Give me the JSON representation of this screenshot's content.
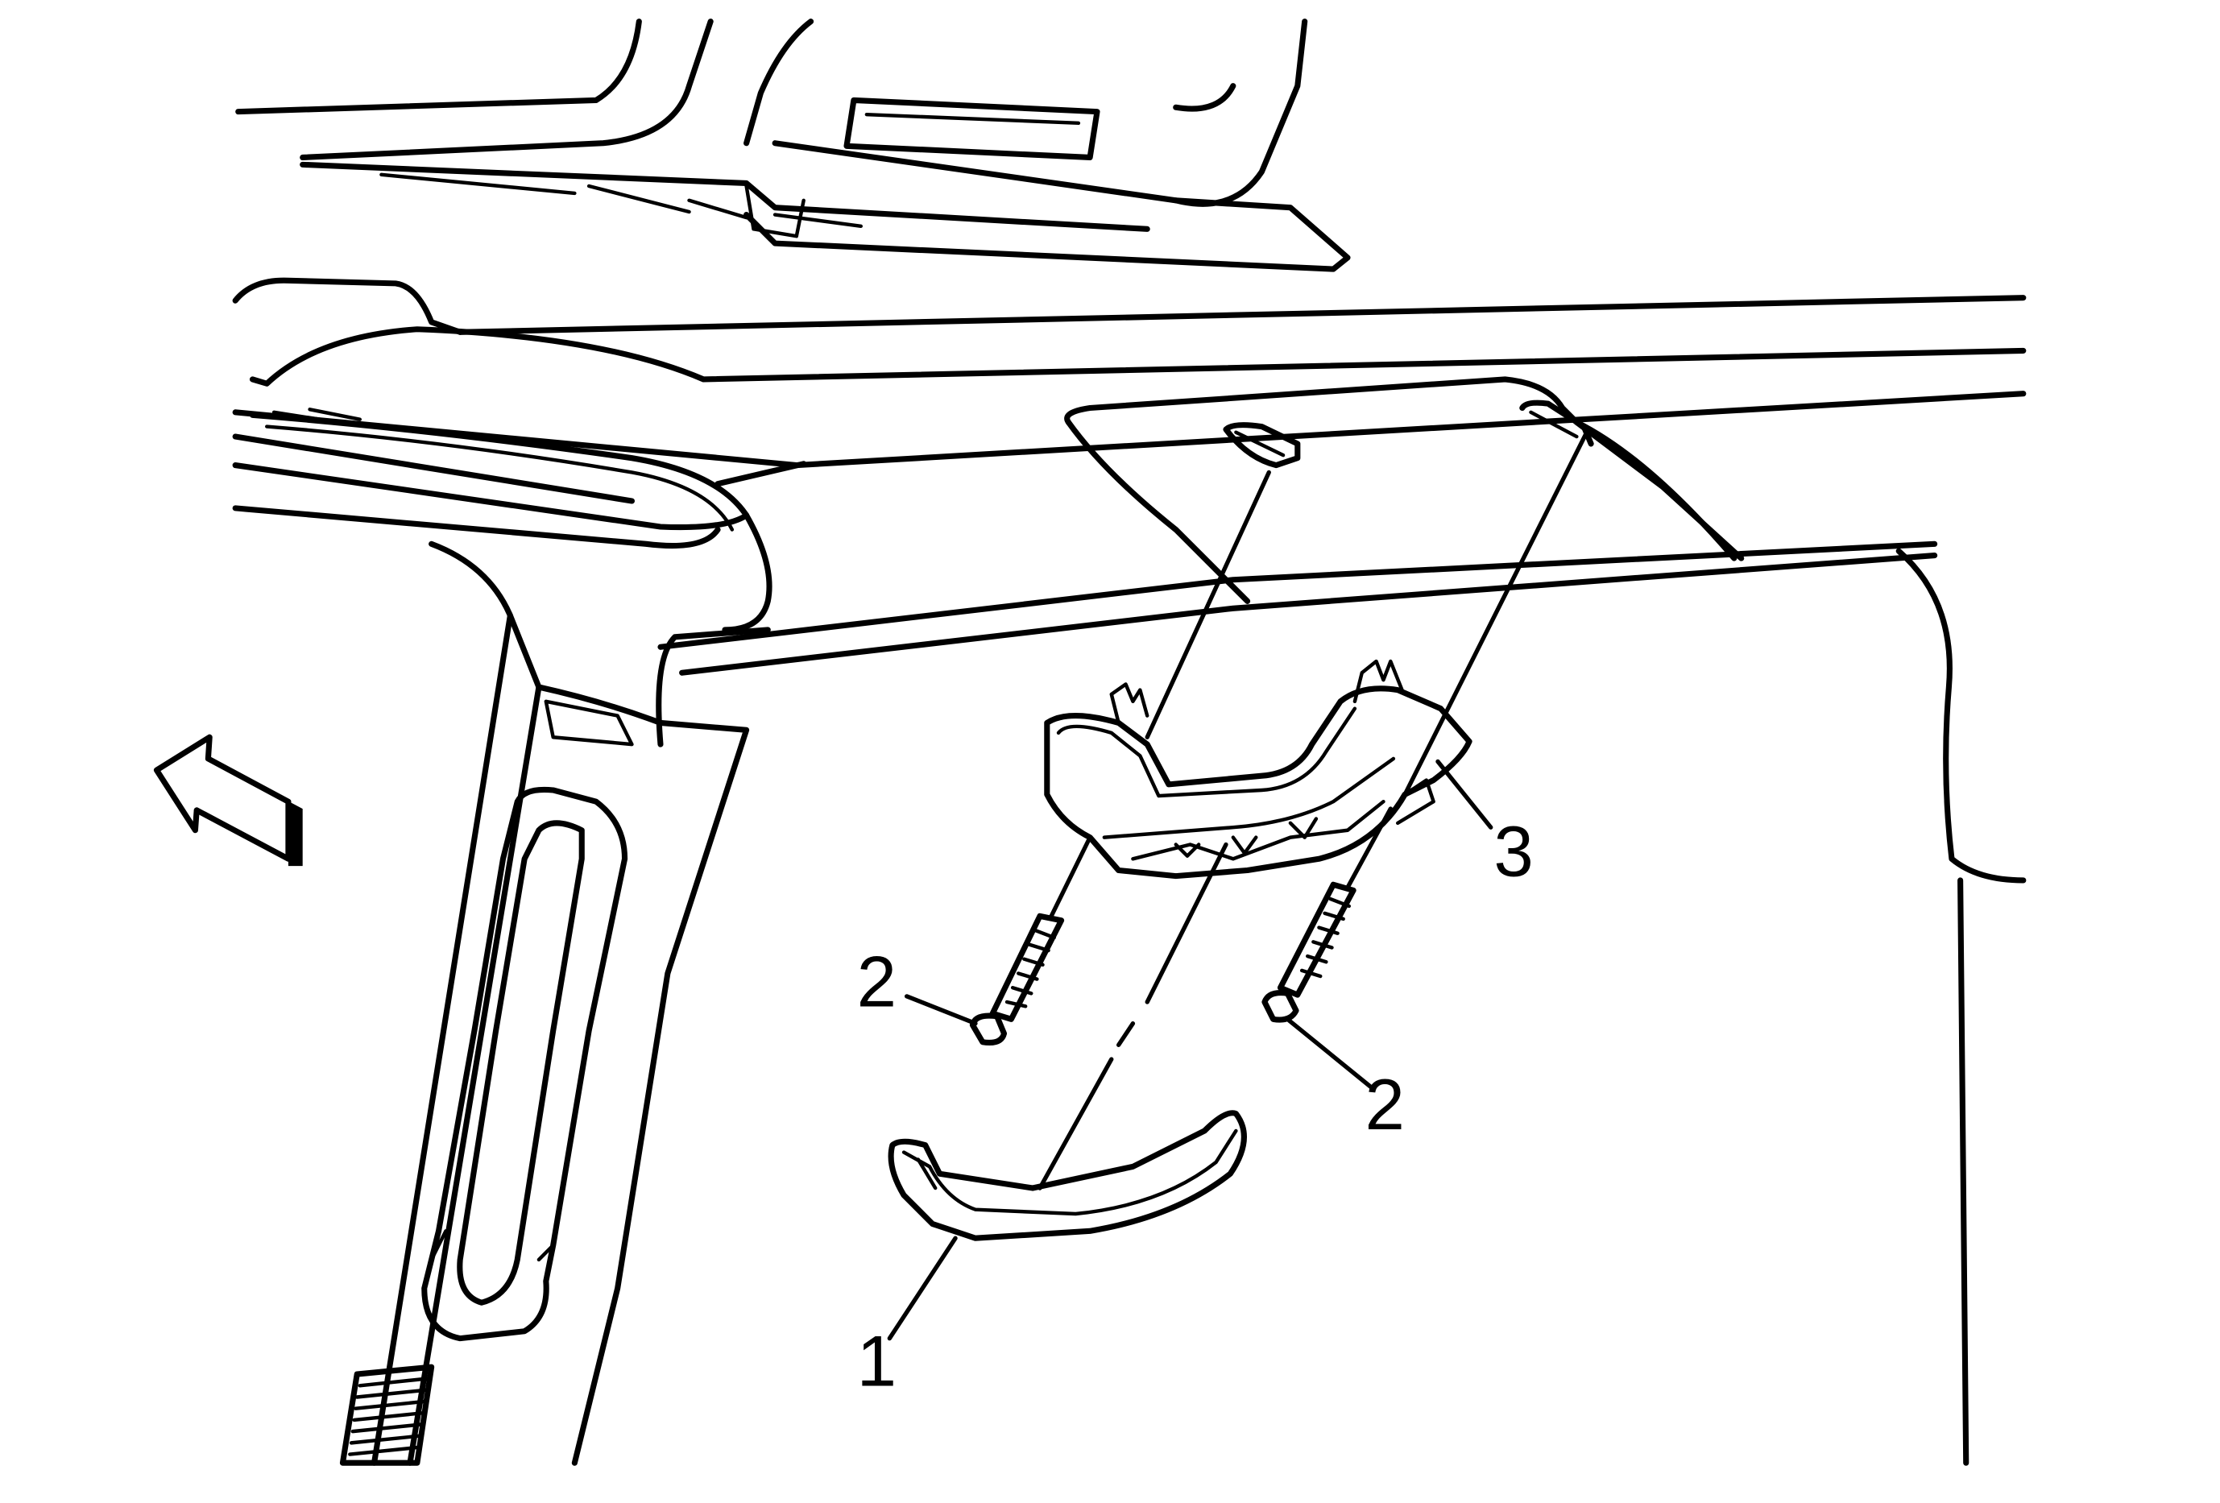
{
  "callouts": {
    "c1": "1",
    "c2a": "2",
    "c2b": "2",
    "c3": "3"
  },
  "colors": {
    "line": "#000000",
    "background": "#ffffff"
  },
  "icons": {
    "direction": "forward-arrow-icon"
  }
}
